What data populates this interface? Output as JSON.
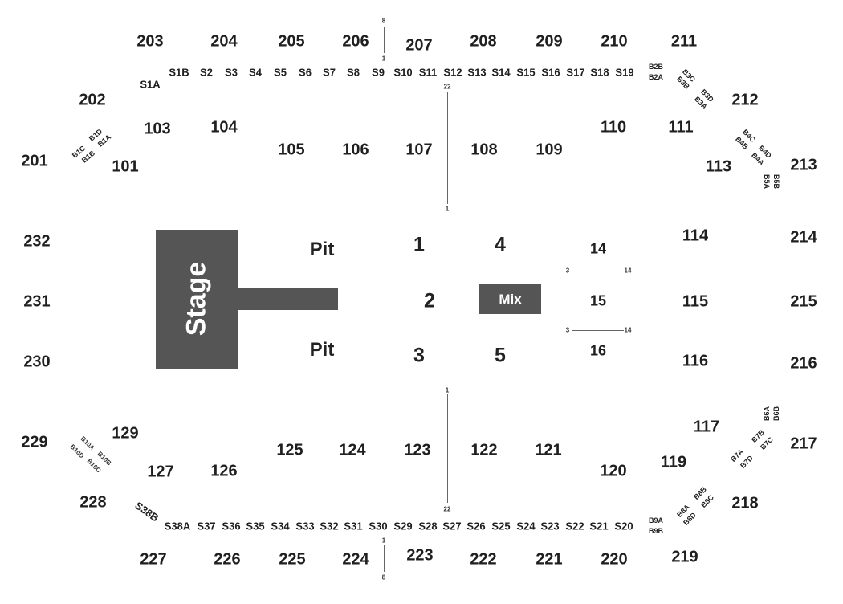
{
  "stage": {
    "label": "Stage"
  },
  "mix": {
    "label": "Mix"
  },
  "pits": {
    "upper": "Pit",
    "lower": "Pit"
  },
  "floor_sections": [
    "1",
    "2",
    "3",
    "4",
    "5"
  ],
  "floor_right": [
    "14",
    "15",
    "16"
  ],
  "row_markers": {
    "top_line_top": "8",
    "top_line_bottom": "1",
    "upper_center_top": "22",
    "upper_center_bottom": "1",
    "lower_center_top": "1",
    "lower_center_bottom": "22",
    "bottom_line_top": "1",
    "bottom_line_bottom": "8",
    "upper_row_start": "3",
    "upper_row_end": "14",
    "lower_row_start": "3",
    "lower_row_end": "14"
  },
  "top_200s": [
    "203",
    "204",
    "205",
    "206",
    "207",
    "208",
    "209",
    "210",
    "211"
  ],
  "bottom_200s": [
    "227",
    "226",
    "225",
    "224",
    "223",
    "222",
    "221",
    "220",
    "219"
  ],
  "left_200s": [
    "202",
    "201",
    "232",
    "231",
    "230",
    "229",
    "228"
  ],
  "right_200s": [
    "212",
    "213",
    "214",
    "215",
    "216",
    "217",
    "218"
  ],
  "top_suites": [
    "S1A",
    "S1B",
    "S2",
    "S3",
    "S4",
    "S5",
    "S6",
    "S7",
    "S8",
    "S9",
    "S10",
    "S11",
    "S12",
    "S13",
    "S14",
    "S15",
    "S16",
    "S17",
    "S18",
    "S19"
  ],
  "bottom_suites": [
    "S38B",
    "S38A",
    "S37",
    "S36",
    "S35",
    "S34",
    "S33",
    "S32",
    "S31",
    "S30",
    "S29",
    "S28",
    "S27",
    "S26",
    "S25",
    "S24",
    "S23",
    "S22",
    "S21",
    "S20"
  ],
  "upper_100s": [
    "103",
    "104",
    "101",
    "105",
    "106",
    "107",
    "108",
    "109",
    "110",
    "111",
    "113"
  ],
  "right_100s": [
    "114",
    "115",
    "116"
  ],
  "lower_100s": [
    "129",
    "127",
    "126",
    "125",
    "124",
    "123",
    "122",
    "121",
    "120",
    "119",
    "117"
  ],
  "box_top_left": [
    "B1C",
    "B1D",
    "B1B",
    "B1A"
  ],
  "box_top_right": [
    "B2B",
    "B2A",
    "B3C",
    "B3B",
    "B3D",
    "B3A",
    "B4C",
    "B4B",
    "B4D",
    "B4A",
    "B5B",
    "B5A"
  ],
  "box_bottom_right": [
    "B6B",
    "B6A",
    "B7B",
    "B7C",
    "B7A",
    "B7D",
    "B8B",
    "B8A",
    "B8C",
    "B8D",
    "B9A",
    "B9B"
  ],
  "box_bottom_left": [
    "B10A",
    "B10B",
    "B10D",
    "B10C"
  ]
}
